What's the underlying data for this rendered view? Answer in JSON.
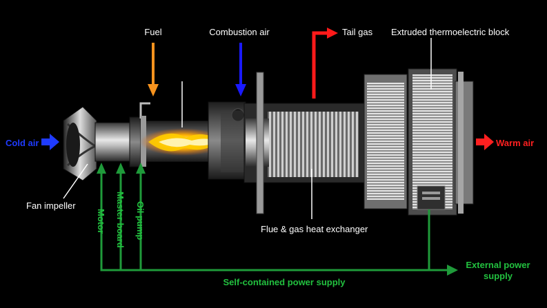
{
  "labels": {
    "fuel": "Fuel",
    "combustion_air": "Combustion air",
    "tail_gas": "Tail gas",
    "thermo_block": "Extruded thermoelectric block",
    "cold_air": "Cold air",
    "warm_air": "Warm air",
    "fan_impeller": "Fan impeller",
    "heat_exchanger": "Flue & gas heat exchanger",
    "motor": "Motor",
    "master_board": "Master board",
    "oil_pump": "Oil pump",
    "self_power": "Self-contained power supply",
    "external_power_line1": "External power",
    "external_power_line2": "supply"
  },
  "colors": {
    "background": "#000000",
    "fuel_arrow": "#f7931e",
    "combustion_air_arrow": "#1a1aff",
    "tail_gas_arrow": "#ff1a1a",
    "cold_air": "#1f3bff",
    "warm_air": "#ff2020",
    "power_line": "#1f9a3a",
    "power_text": "#22c13f",
    "label_text": "#ffffff"
  }
}
